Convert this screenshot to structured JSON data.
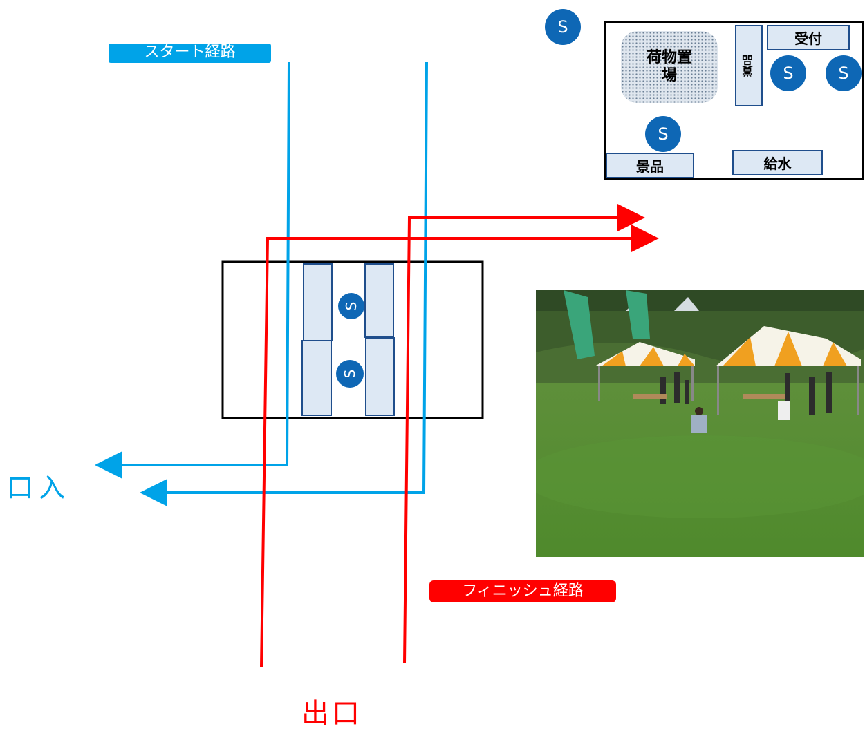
{
  "route_labels": {
    "start": "スタート経路",
    "finish": "フィニッシュ経路",
    "entrance": "口入",
    "exit": "出口"
  },
  "inset_map": {
    "luggage": "荷物置場",
    "prizes_vertical": "賞品",
    "reception": "受付",
    "prizes": "景品",
    "water": "給水"
  },
  "staff_marker": "S",
  "colors": {
    "start_route": "#00a3e8",
    "finish_route": "#ff0000",
    "staff_badge": "#0e67b5",
    "box_fill": "#dde8f4",
    "box_border": "#1f4e8c"
  }
}
